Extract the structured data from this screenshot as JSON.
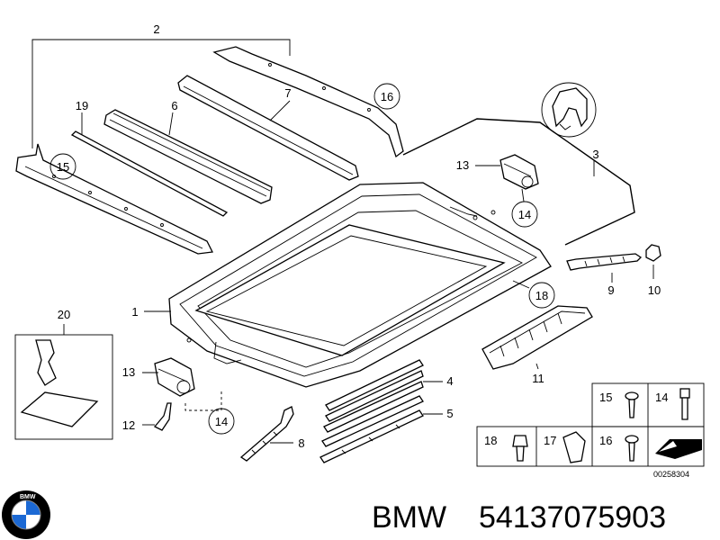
{
  "callouts": {
    "c1": "1",
    "c2": "2",
    "c3": "3",
    "c4": "4",
    "c5": "5",
    "c6": "6",
    "c7": "7",
    "c8": "8",
    "c9": "9",
    "c10": "10",
    "c11": "11",
    "c12": "12",
    "c13a": "13",
    "c13b": "13",
    "c14a": "14",
    "c14b": "14",
    "c15": "15",
    "c16": "16",
    "c18": "18",
    "c19": "19",
    "c20": "20"
  },
  "legend": {
    "l15": "15",
    "l14": "14",
    "l18": "18",
    "l17": "17",
    "l16": "16"
  },
  "diagram_code": "00258304",
  "footer": {
    "brand": "BMW",
    "part_number": "54137075903"
  },
  "logo": {
    "text": "BMW"
  },
  "colors": {
    "stroke": "#000000",
    "background": "#ffffff",
    "logo_blue": "#1c69d4"
  }
}
